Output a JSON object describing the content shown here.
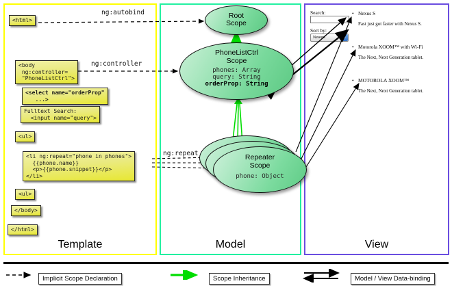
{
  "panels": {
    "template": {
      "label": "Template",
      "border_color": "#ffff00"
    },
    "model": {
      "label": "Model",
      "border_color": "#22f0a0"
    },
    "view": {
      "label": "View",
      "border_color": "#6a4de0"
    }
  },
  "template_code": {
    "html_open": "<html>",
    "body_open": "<body\n ng:controller=\n \"PhoneListCtrl\">",
    "select": "<select name=\"orderProp\"\n   ...>",
    "search": "Fulltext Search:\n  <input name=\"query\">",
    "ul_open": "<ul>",
    "li_repeat": "<li ng:repeat=\"phone in phones\">\n  {{phone.name}}\n  <p>{{phone.snippet}}</p>\n</li>",
    "ul_close": "<ul>",
    "body_close": "</body>",
    "html_close": "</html>"
  },
  "edge_labels": {
    "autobind": "ng:autobind",
    "controller": "ng:controller",
    "repeat": "ng:repeat"
  },
  "model": {
    "root_scope": {
      "title": "Root\nScope"
    },
    "phonelist_scope": {
      "title": "PhoneListCtrl\nScope",
      "properties": [
        {
          "text": "phones: Array",
          "emphasis": false
        },
        {
          "text": "query: String",
          "emphasis": false
        },
        {
          "text": "orderProp: String",
          "emphasis": true
        }
      ]
    },
    "repeater_scope": {
      "title": "Repeater\nScope",
      "properties": [
        {
          "text": "phone: Object",
          "emphasis": false
        }
      ],
      "stack_count": 3
    }
  },
  "view": {
    "search_label": "Search:",
    "search_value": "",
    "search_placeholder": "",
    "sort_label": "Sort by:",
    "sort_selected": "Newest",
    "sort_options": [
      "Newest"
    ],
    "phones": [
      {
        "name": "Nexus S",
        "snippet": "Fast just got faster with Nexus S."
      },
      {
        "name": "Motorola XOOM™ with Wi-Fi",
        "snippet": "The Next, Next Generation tablet."
      },
      {
        "name": "MOTOROLA XOOM™",
        "snippet": "The Next, Next Generation tablet."
      }
    ]
  },
  "legend": [
    {
      "label": "Implicit Scope Declaration",
      "glyph": "dashed-arrow-icon",
      "color": "#000000"
    },
    {
      "label": "Scope Inheritance",
      "glyph": "green-arrow-icon",
      "color": "#00dd00"
    },
    {
      "label": "Model / View Data-binding",
      "glyph": "double-arrow-icon",
      "color": "#000000"
    }
  ]
}
